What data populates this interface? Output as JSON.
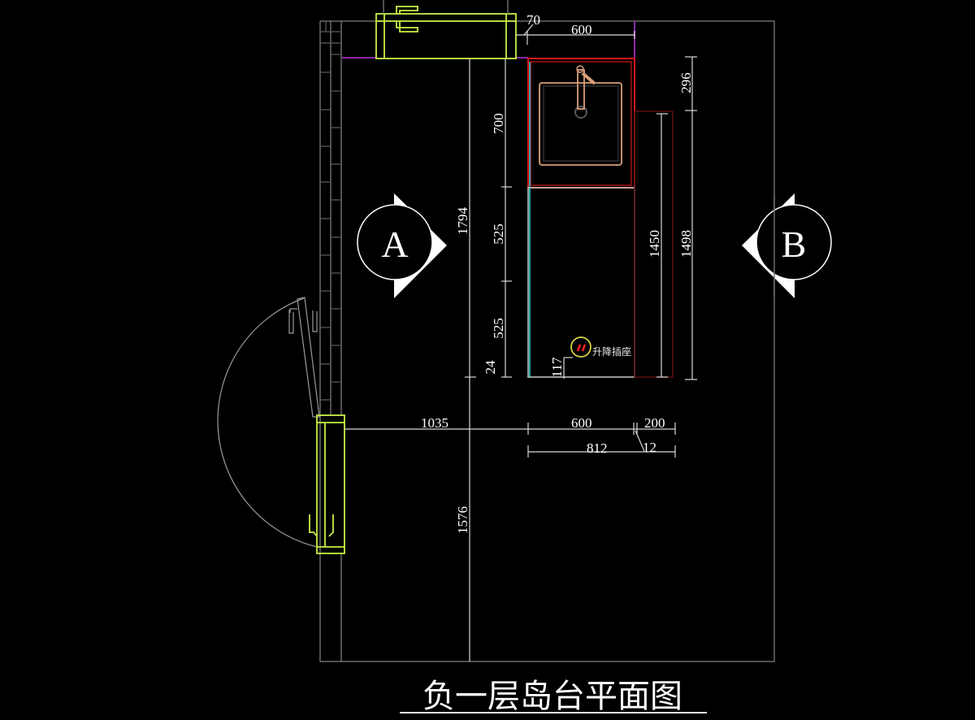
{
  "drawing": {
    "title": "负一层岛台平面图",
    "colors": {
      "background": "#000000",
      "wall": "#6a6a6a",
      "dimension": "#d9d9d9",
      "cabinet_red": "#d01818",
      "sink_outline": "#d8a07a",
      "door_green": "#c8f048",
      "accent_cyan": "#33d0d0",
      "accent_purple": "#8a2aa0",
      "dark_red": "#5a1010",
      "socket_yellow": "#d8d040",
      "socket_red": "#ff2020"
    },
    "section_marks": [
      {
        "id": "A",
        "label": "A",
        "direction": "right"
      },
      {
        "id": "B",
        "label": "B",
        "direction": "left"
      }
    ],
    "socket": {
      "label": "升降插座"
    },
    "dimensions": {
      "top_offset": "70",
      "top_width": "600",
      "left_overall": "1794",
      "left_lower": "1576",
      "sink_depth": "700",
      "segment_1": "525",
      "segment_2": "525",
      "small_gap": "24",
      "socket_offset": "117",
      "right_top": "296",
      "right_inner": "1450",
      "right_outer": "1498",
      "horizontal_wall": "1035",
      "horizontal_600": "600",
      "horizontal_200": "200",
      "horizontal_812": "812",
      "horizontal_12": "12"
    }
  }
}
